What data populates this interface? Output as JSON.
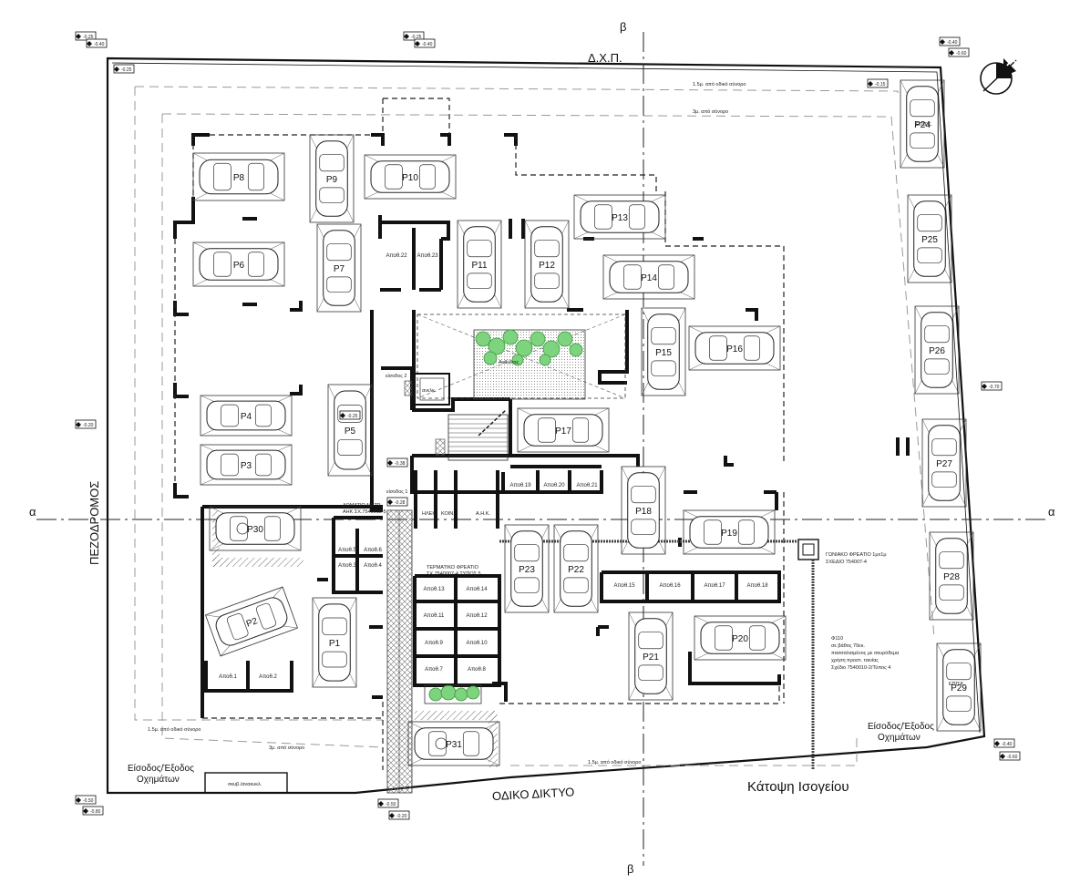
{
  "labels": {
    "top_border": "Δ.Χ.Π.",
    "left_road": "ΠΕΖΟΔΡΟΜΟΣ",
    "bottom_road": "ΟΔΙΚΟ ΔΙΚΤΥΟ",
    "title": "Κάτοψη Ισογείου",
    "section_a": "α",
    "section_b": "β",
    "entrance_left_1": "Είσοδος/Έξοδος",
    "entrance_left_2": "Οχημάτων",
    "entrance_right_1": "Είσοδος/Έξοδος",
    "entrance_right_2": "Οχημάτων",
    "setback_1_5_top": "1.5μ. από οδικό σύνορο",
    "setback_3_top": "3μ. από σύνορο",
    "setback_1_5_bottom_left": "1.5μ. από οδικό σύνορο",
    "setback_3_bottom": "3μ. από σύνορο",
    "setback_1_5_bottom_right": "1.5μ. από οδικό σύνορο",
    "entrance_2": "είσοδος 2",
    "entrance_1": "είσοδος 1",
    "lift": "ανελκ.",
    "garden": "Ανθώνας",
    "meter_room_1": "ΔΩΜΑΤΙΟ ΜΕΤΡ.",
    "meter_room_2": "ΑΗΚ ΣΧ.7540018-5",
    "terminal_1": "ΤΕΡΜΑΤΙΚΟ ΦΡΕΑΤΙΟ",
    "terminal_2": "ΣΧ.7540007-4 ΤΥΠΟΣ 5",
    "corner_pit_1": "ΓΩΝΙΑΚΟ ΦΡΕΑΤΙΟ 1μx1μ",
    "corner_pit_2": "ΣΧΕΔΙΟ 754007-4",
    "pipe_1": "Φ110",
    "pipe_2": "σε βάθος 70εκ.",
    "pipe_3": "πασσαλισμένος με σκυρόδεμα",
    "pipe_4": "χρήση προστ. ταινίας",
    "pipe_5": "Σχέδιο 7540010-2/Τύπος 4",
    "bin_area": "σκυβ./ανακυκλ.",
    "room_elec": "ΗΛΕΚ.",
    "room_koin": "ΚΟΙΝ.",
    "room_aik": "Α.Η.Κ.",
    "spot_p24_note": "ΕΠΙΣΚ.",
    "spot_p29_note": "ΕΠΙΣΚ.",
    "lev_tl_1": "-0.25",
    "lev_tl_2": "-0.40",
    "lev_tc_1": "-0.25",
    "lev_tc_2": "-0.40",
    "lev_tr_1": "-0.40",
    "lev_tr_2": "-0.60",
    "lev_inner_tl": "-0.25",
    "lev_inner_tr": "-0.15",
    "lev_left": "-0.20",
    "lev_right": "-0.70",
    "lev_bl_1": "-0.50",
    "lev_bl_2": "-0.80",
    "lev_bc_1": "-0.50",
    "lev_bc_2": "-0.20",
    "lev_br_1": "-0.40",
    "lev_br_2": "-0.60",
    "lev_ent1": "-0.38",
    "lev_ent2": "-0.28",
    "lev_stair": "-0.25"
  },
  "parking": [
    {
      "id": "P1",
      "label": "P1"
    },
    {
      "id": "P2",
      "label": "P2"
    },
    {
      "id": "P3",
      "label": "P3"
    },
    {
      "id": "P4",
      "label": "P4"
    },
    {
      "id": "P5",
      "label": "P5"
    },
    {
      "id": "P6",
      "label": "P6"
    },
    {
      "id": "P7",
      "label": "P7"
    },
    {
      "id": "P8",
      "label": "P8"
    },
    {
      "id": "P9",
      "label": "P9"
    },
    {
      "id": "P10",
      "label": "P10"
    },
    {
      "id": "P11",
      "label": "P11"
    },
    {
      "id": "P12",
      "label": "P12"
    },
    {
      "id": "P13",
      "label": "P13"
    },
    {
      "id": "P14",
      "label": "P14"
    },
    {
      "id": "P15",
      "label": "P15"
    },
    {
      "id": "P16",
      "label": "P16"
    },
    {
      "id": "P17",
      "label": "P17"
    },
    {
      "id": "P18",
      "label": "P18"
    },
    {
      "id": "P19",
      "label": "P19"
    },
    {
      "id": "P20",
      "label": "P20"
    },
    {
      "id": "P21",
      "label": "P21"
    },
    {
      "id": "P22",
      "label": "P22"
    },
    {
      "id": "P23",
      "label": "P23"
    },
    {
      "id": "P24",
      "label": "P24"
    },
    {
      "id": "P25",
      "label": "P25"
    },
    {
      "id": "P26",
      "label": "P26"
    },
    {
      "id": "P27",
      "label": "P27"
    },
    {
      "id": "P28",
      "label": "P28"
    },
    {
      "id": "P29",
      "label": "P29"
    },
    {
      "id": "P30",
      "label": "P30"
    },
    {
      "id": "P31",
      "label": "P31"
    }
  ],
  "storage": [
    "Αποθ.1",
    "Αποθ.2",
    "Αποθ.3",
    "Αποθ.4",
    "Αποθ.5",
    "Αποθ.6",
    "Αποθ.7",
    "Αποθ.8",
    "Αποθ.9",
    "Αποθ.10",
    "Αποθ.11",
    "Αποθ.12",
    "Αποθ.13",
    "Αποθ.14",
    "Αποθ.15",
    "Αποθ.16",
    "Αποθ.17",
    "Αποθ.18",
    "Αποθ.19",
    "Αποθ.20",
    "Αποθ.21",
    "Αποθ.22",
    "Αποθ.23"
  ]
}
